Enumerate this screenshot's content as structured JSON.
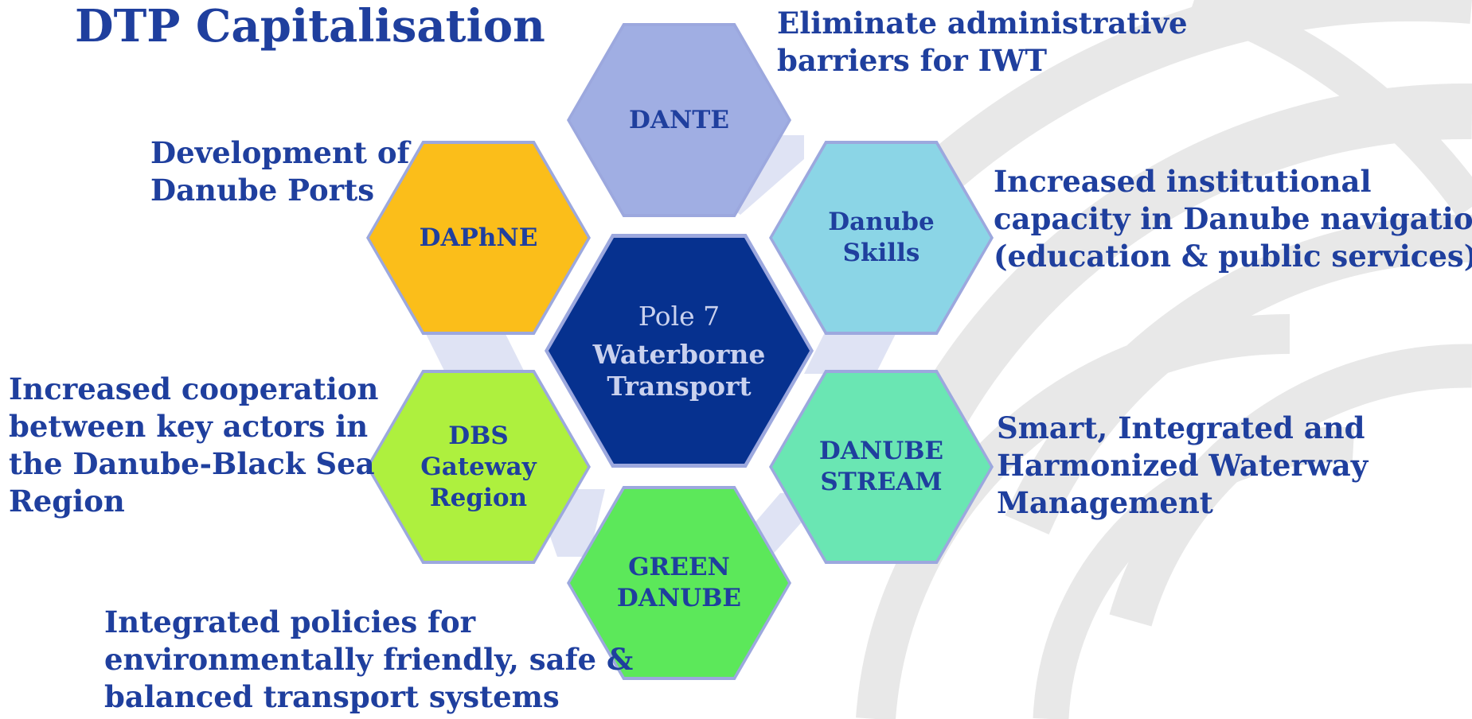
{
  "title": "DTP Capitalisation",
  "center": {
    "line1": "Pole 7",
    "line2": "Waterborne\nTransport"
  },
  "projects": [
    {
      "id": "dante",
      "label": "DANTE",
      "fill": "#a0aee3",
      "description": "Eliminate administrative\nbarriers for IWT"
    },
    {
      "id": "danube-skills",
      "label": "Danube\nSkills",
      "fill": "#8bd5e6",
      "description": "Increased institutional\ncapacity in Danube navigation\n(education & public services)"
    },
    {
      "id": "danube-stream",
      "label": "DANUBE\nSTREAM",
      "fill": "#6ae6b3",
      "description": "Smart, Integrated and\nHarmonized Waterway\nManagement"
    },
    {
      "id": "green-danube",
      "label": "GREEN\nDANUBE",
      "fill": "#5ce85a",
      "description": "Integrated policies for\nenvironmentally friendly, safe &\nbalanced transport systems"
    },
    {
      "id": "dbs-gateway",
      "label": "DBS\nGateway\nRegion",
      "fill": "#aef03e",
      "description": "Increased cooperation\nbetween key actors in\nthe Danube-Black Sea\nRegion"
    },
    {
      "id": "daphne",
      "label": "DAPhNE",
      "fill": "#fbbe1a",
      "description": "Development of\nDanube Ports"
    }
  ],
  "colors": {
    "text": "#1f3f9e",
    "center_fill": "#06318f",
    "center_text": "#c9d1ee",
    "hex_border": "#9ca8de",
    "connector": "#dfe3f4",
    "swirl": "#e6e6e6"
  }
}
